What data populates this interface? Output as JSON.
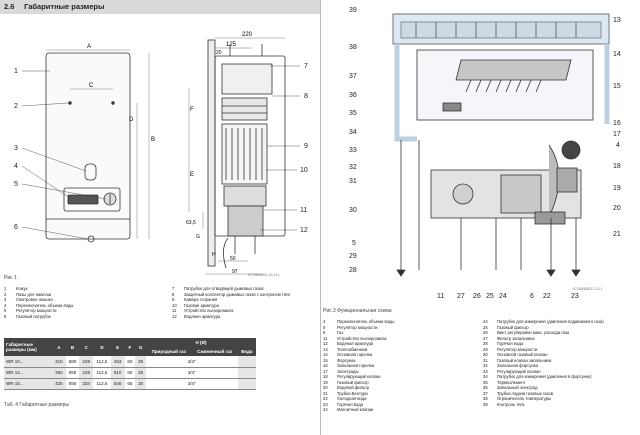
{
  "section": {
    "number": "2.6",
    "title": "Габаритные размеры"
  },
  "fig1": {
    "caption": "Рис 1",
    "code": "6720606802-16.1J1",
    "dim_labels": {
      "A": "A",
      "B": "B",
      "C": "C",
      "D": "D",
      "E": "E",
      "F": "F",
      "G": "G",
      "H": "H",
      "w220": "220",
      "w125": "125",
      "w20": "20",
      "w97": "97",
      "w50": "50",
      "h635": "63,5"
    },
    "callouts_left": [
      "1",
      "2",
      "3",
      "4",
      "5",
      "6"
    ],
    "callouts_right": [
      "7",
      "8",
      "9",
      "10",
      "11",
      "12"
    ]
  },
  "legend1": {
    "col1": [
      {
        "n": "1",
        "t": "Кожух"
      },
      {
        "n": "2",
        "t": "Пазы для навески"
      },
      {
        "n": "3",
        "t": "Смотровое окошко"
      },
      {
        "n": "4",
        "t": "Переключатель объема воды"
      },
      {
        "n": "5",
        "t": "Регулятор мощности"
      },
      {
        "n": "6",
        "t": "Газовый патрубок"
      }
    ],
    "col2": [
      {
        "n": "7",
        "t": "Патрубок для отводящей дымовых газов"
      },
      {
        "n": "8",
        "t": "Защитный коллектор дымовых газов с контролем тяги"
      },
      {
        "n": "9",
        "t": "Камера сгорания"
      },
      {
        "n": "10",
        "t": "Газовая арматура"
      },
      {
        "n": "11",
        "t": "Устройство пьезорозжига"
      },
      {
        "n": "12",
        "t": "Водяная арматура"
      }
    ]
  },
  "table": {
    "header_left": "Габаритные размеры (мм)",
    "header_h": "H (Ø)",
    "cols": [
      "A",
      "B",
      "C",
      "D",
      "E",
      "F",
      "G"
    ],
    "gas_cols": [
      "Природный газ",
      "Сжиженный газ"
    ],
    "water": "Вода",
    "rows": [
      {
        "model": "WR 10...",
        "v": [
          "310",
          "580",
          "228",
          "112,5",
          "463",
          "60",
          "25"
        ],
        "water": "3/4\""
      },
      {
        "model": "WR 13...",
        "v": [
          "350",
          "655",
          "228",
          "112,5",
          "510",
          "60",
          "25"
        ],
        "water": "3/4\""
      },
      {
        "model": "WR 15...",
        "v": [
          "425",
          "655",
          "334",
          "112,5",
          "540",
          "65",
          "30"
        ],
        "water": "3/4\""
      }
    ],
    "caption": "Таб. 4   Габаритные размеры"
  },
  "fig2": {
    "caption": "Рис 2   Функциональная схема",
    "code": "6720606802-2.1J1",
    "callouts_left": [
      "39",
      "38",
      "37",
      "36",
      "35",
      "34",
      "33",
      "32",
      "31",
      "30",
      "5",
      "29",
      "28"
    ],
    "callouts_right": [
      "13",
      "14",
      "15",
      "16",
      "17",
      "4",
      "18",
      "19",
      "20",
      "21"
    ],
    "callouts_bottom": [
      "11",
      "27",
      "26",
      "25",
      "24",
      "6",
      "22",
      "23"
    ]
  },
  "legend2": {
    "col1": [
      {
        "n": "4",
        "t": "Переключатель объема воды"
      },
      {
        "n": "5",
        "t": "Регулятор мощности"
      },
      {
        "n": "6",
        "t": "Газ"
      },
      {
        "n": "11",
        "t": "Устройство пьезорозжига"
      },
      {
        "n": "12",
        "t": "Водяная арматура"
      },
      {
        "n": "13",
        "t": "Теплообменник"
      },
      {
        "n": "14",
        "t": "Основная горелка"
      },
      {
        "n": "15",
        "t": "Форсунки"
      },
      {
        "n": "16",
        "t": "Запальная горелка"
      },
      {
        "n": "17",
        "t": "Электроды"
      },
      {
        "n": "18",
        "t": "Регулирующий клапан"
      },
      {
        "n": "19",
        "t": "Газовый фильтр"
      },
      {
        "n": "20",
        "t": "Водяной фильтр"
      },
      {
        "n": "21",
        "t": "Трубка Вентури"
      },
      {
        "n": "22",
        "t": "Холодная вода"
      },
      {
        "n": "23",
        "t": "Горячая вода"
      },
      {
        "n": "24",
        "t": "Магнитный клапан"
      }
    ],
    "col2": [
      {
        "n": "24",
        "t": "Патрубок для измерения (давления подаваемого газа)"
      },
      {
        "n": "25",
        "t": "Газовый фильтр"
      },
      {
        "n": "26",
        "t": "Винт регулировки макс. расхода газа"
      },
      {
        "n": "27",
        "t": "Фильтр запальника"
      },
      {
        "n": "28",
        "t": "Горячая вода"
      },
      {
        "n": "29",
        "t": "Регулятор мощности"
      },
      {
        "n": "30",
        "t": "Основной газовый клапан"
      },
      {
        "n": "31",
        "t": "Газовый клапан запальника"
      },
      {
        "n": "32",
        "t": "Запальная форсунка"
      },
      {
        "n": "33",
        "t": "Регулирующий клапан"
      },
      {
        "n": "34",
        "t": "Патрубок для измерения (давления в форсунке)"
      },
      {
        "n": "35",
        "t": "Термоэлемент"
      },
      {
        "n": "36",
        "t": "Запальный электрод"
      },
      {
        "n": "37",
        "t": "Трубка подачи газовых газов"
      },
      {
        "n": "38",
        "t": "Ограничитель температуры"
      },
      {
        "n": "39",
        "t": "Контроль тяги"
      }
    ]
  }
}
